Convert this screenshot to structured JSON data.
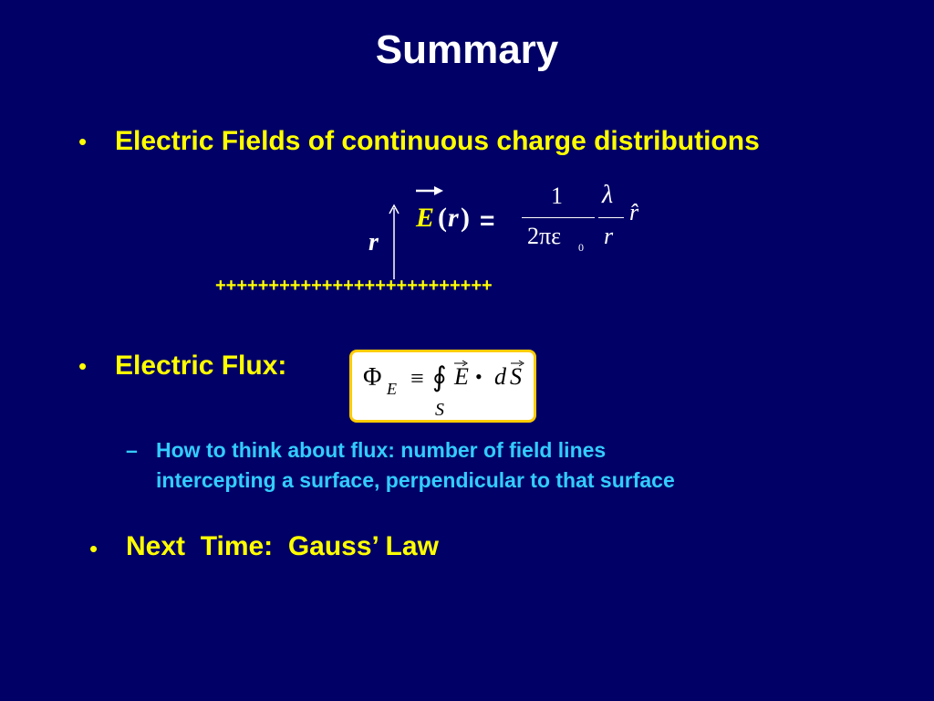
{
  "slide": {
    "title": "Summary",
    "bullets": [
      {
        "marker": "•",
        "text": "Electric Fields of continuous charge distributions"
      },
      {
        "marker": "•",
        "text": "Electric Flux:"
      },
      {
        "marker": "•",
        "text": "Next  Time:  Gauss’ Law"
      }
    ],
    "sub_bullet": {
      "marker": "–",
      "line1": "How to think about flux:  number of field lines",
      "line2": "intercepting a surface, perpendicular to that surface"
    },
    "line_charge": {
      "plus_row": "++++++++++++++++++++++++++",
      "r_label": "r"
    },
    "field_eq": {
      "E": "E",
      "open_paren": "(",
      "r": "r",
      "close_paren": ")",
      "equals": "=",
      "num1": "1",
      "den1": "2πε",
      "den1_sub": "0",
      "num2": "λ",
      "den2": "r",
      "rhat": "r̂"
    },
    "flux_eq": {
      "phi": "Φ",
      "phi_sub": "E",
      "equiv": "≡",
      "integral": "∮",
      "E": "E",
      "dot": "•",
      "d": "d",
      "S": "S",
      "int_sub": "S"
    }
  },
  "colors": {
    "background": "#000066",
    "title": "#ffffff",
    "bullet": "#ffff00",
    "sub_bullet": "#33ccff",
    "flux_border": "#ffcc00"
  }
}
